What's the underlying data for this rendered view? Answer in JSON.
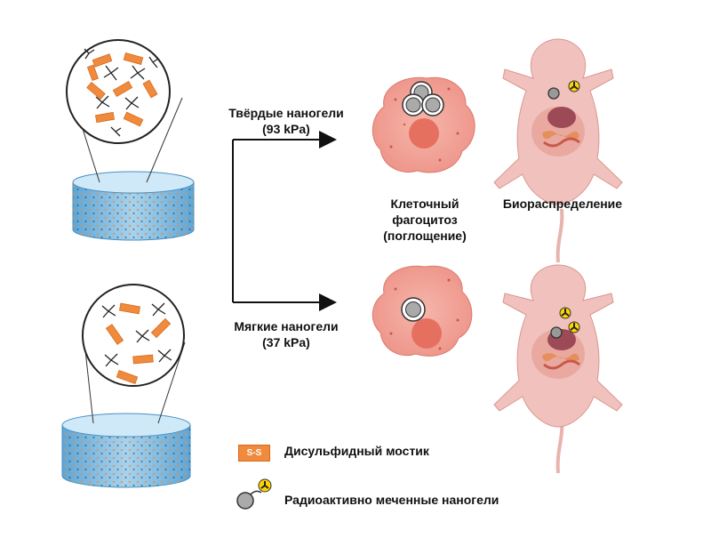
{
  "labels": {
    "hard_nanogels": "Твёрдые наногели",
    "hard_modulus": "(93 kPa)",
    "soft_nanogels": "Мягкие наногели",
    "soft_modulus": "(37 kPa)",
    "phagocytosis_1": "Клеточный",
    "phagocytosis_2": "фагоцитоз",
    "phagocytosis_3": "(поглощение)",
    "biodistribution": "Биораспределение"
  },
  "legend": {
    "ss_badge": "S-S",
    "disulfide": "Дисульфидный мостик",
    "radiolabeled": "Радиоактивно меченные наногели"
  },
  "colors": {
    "gel_blue": "#7db9e0",
    "crosslinker_orange": "#f08a3c",
    "cell_pink": "#f3a59a",
    "nucleus": "#e6705f",
    "mouse_skin": "#f1c2bd"
  }
}
